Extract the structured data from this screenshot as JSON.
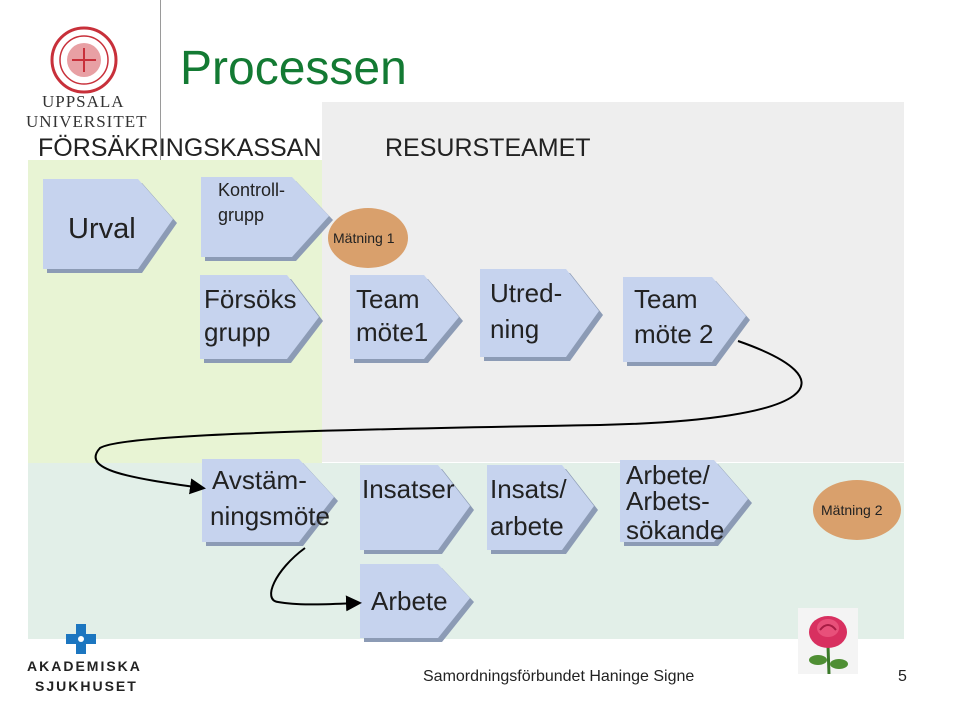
{
  "title": "Processen",
  "logo_university": {
    "line1": "UPPSALA",
    "line2": "UNIVERSITET"
  },
  "logo_hospital": {
    "line1": "AKADEMISKA",
    "line2": "SJUKHUSET"
  },
  "header": {
    "left": "FÖRSÄKRINGSKASSAN",
    "right": "RESURSTEAMET"
  },
  "steps": {
    "urval": "Urval",
    "kontroll_line1": "Kontroll-",
    "kontroll_line2": "grupp",
    "forsoks_line1": "Försöks",
    "forsoks_line2": "grupp",
    "teammote1_line1": "Team",
    "teammote1_line2": "möte1",
    "utredning_line1": "Utred-",
    "utredning_line2": "ning",
    "teammote2_line1": "Team",
    "teammote2_line2": "möte 2",
    "avstamning_line1": "Avstäm-",
    "avstamning_line2": "ningsmöte",
    "insatser": "Insatser",
    "insats_arbete_line1": "Insats/",
    "insats_arbete_line2": "arbete",
    "arbete_sokande_line1": "Arbete/",
    "arbete_sokande_line2": "Arbets-",
    "arbete_sokande_line3": "sökande",
    "arbete": "Arbete"
  },
  "measurements": {
    "m1": "Mätning 1",
    "m2": "Mätning 2"
  },
  "footer": {
    "text": "Samordningsförbundet Haninge Signe",
    "page": "5"
  },
  "colors": {
    "arrow_fill": "#c6d3ee",
    "arrow_shadow": "#8c9bb5",
    "ellipse": "#d9a06c",
    "title": "#137a33"
  }
}
